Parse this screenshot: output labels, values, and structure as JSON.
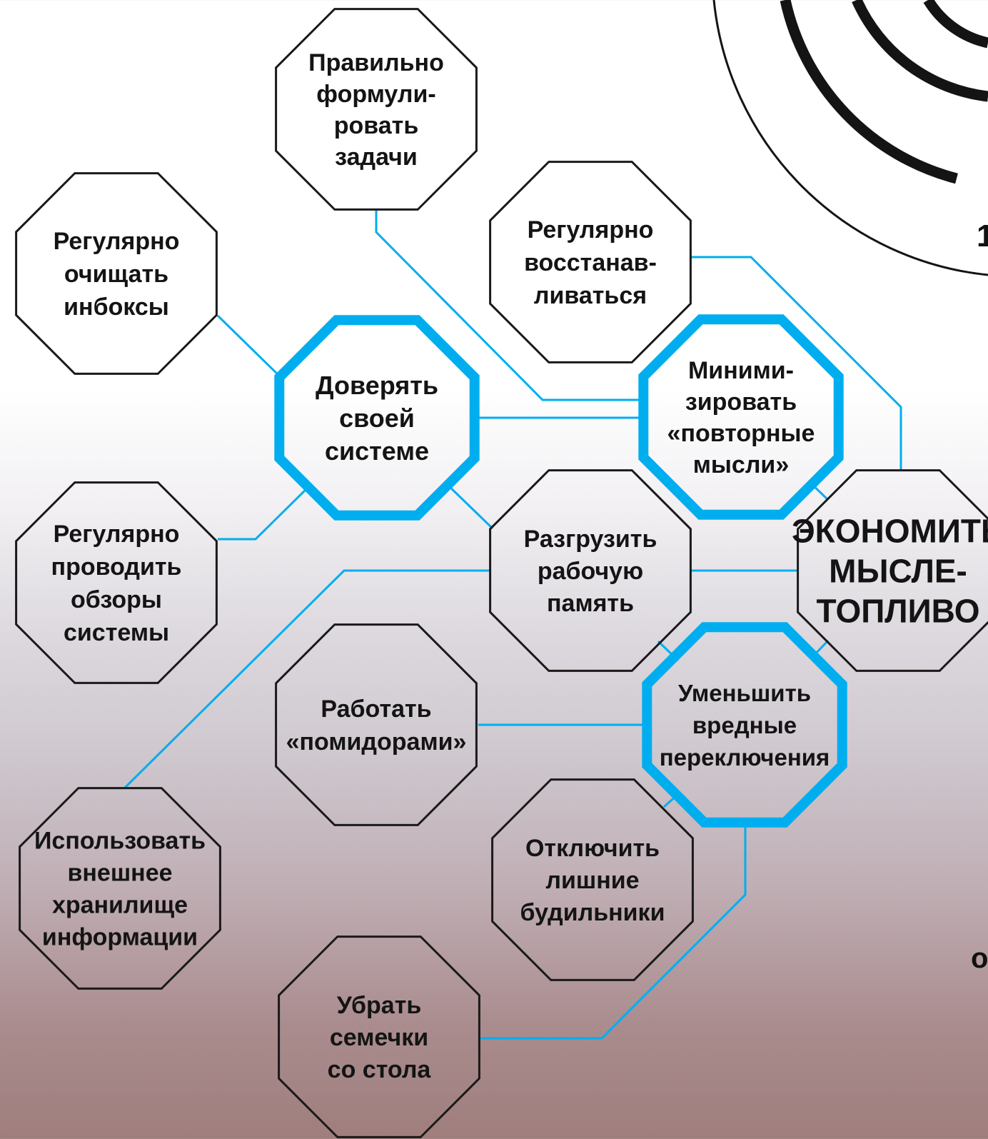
{
  "colors": {
    "accent": "#00aeef",
    "stroke": "#1a1a1a",
    "background_top": "#ffffff",
    "background_bottom": "#9f7e7c"
  },
  "nodes": [
    {
      "id": "formulate-tasks",
      "lines": [
        "Правильно",
        "формули-",
        "ровать",
        "задачи"
      ],
      "highlight": false
    },
    {
      "id": "clear-inboxes",
      "lines": [
        "Регулярно",
        "очищать",
        "инбоксы"
      ],
      "highlight": false
    },
    {
      "id": "recover",
      "lines": [
        "Регулярно",
        "восстанав-",
        "ливаться"
      ],
      "highlight": false
    },
    {
      "id": "trust-system",
      "lines": [
        "Доверять",
        "своей",
        "системе"
      ],
      "highlight": true
    },
    {
      "id": "minimize-repeat-thoughts",
      "lines": [
        "Миними-",
        "зировать",
        "«повторные",
        "мысли»"
      ],
      "highlight": true
    },
    {
      "id": "review-system",
      "lines": [
        "Регулярно",
        "проводить",
        "обзоры",
        "системы"
      ],
      "highlight": false
    },
    {
      "id": "unload-working-memory",
      "lines": [
        "Разгрузить",
        "рабочую",
        "память"
      ],
      "highlight": false
    },
    {
      "id": "save-thought-fuel",
      "lines": [
        "ЭКОНОМИТЬ",
        "МЫСЛЕ-",
        "ТОПЛИВО"
      ],
      "highlight": false
    },
    {
      "id": "pomodoro",
      "lines": [
        "Работать",
        "«помидорами»"
      ],
      "highlight": false
    },
    {
      "id": "reduce-switches",
      "lines": [
        "Уменьшить",
        "вредные",
        "переключения"
      ],
      "highlight": true
    },
    {
      "id": "external-storage",
      "lines": [
        "Использовать",
        "внешнее",
        "хранилище",
        "информации"
      ],
      "highlight": false
    },
    {
      "id": "disable-alarms",
      "lines": [
        "Отключить",
        "лишние",
        "будильники"
      ],
      "highlight": false
    },
    {
      "id": "remove-seeds",
      "lines": [
        "Убрать",
        "семечки",
        "со стола"
      ],
      "highlight": false
    }
  ],
  "edges": [
    {
      "from": "formulate-tasks",
      "to": "minimize-repeat-thoughts"
    },
    {
      "from": "recover",
      "to": "save-thought-fuel"
    },
    {
      "from": "clear-inboxes",
      "to": "trust-system"
    },
    {
      "from": "trust-system",
      "to": "minimize-repeat-thoughts"
    },
    {
      "from": "review-system",
      "to": "trust-system"
    },
    {
      "from": "trust-system",
      "to": "unload-working-memory"
    },
    {
      "from": "minimize-repeat-thoughts",
      "to": "save-thought-fuel"
    },
    {
      "from": "unload-working-memory",
      "to": "save-thought-fuel"
    },
    {
      "from": "external-storage",
      "to": "unload-working-memory"
    },
    {
      "from": "unload-working-memory",
      "to": "reduce-switches"
    },
    {
      "from": "reduce-switches",
      "to": "save-thought-fuel"
    },
    {
      "from": "pomodoro",
      "to": "reduce-switches"
    },
    {
      "from": "disable-alarms",
      "to": "reduce-switches"
    },
    {
      "from": "remove-seeds",
      "to": "reduce-switches"
    }
  ],
  "margin_fragments": [
    "1",
    "о"
  ]
}
